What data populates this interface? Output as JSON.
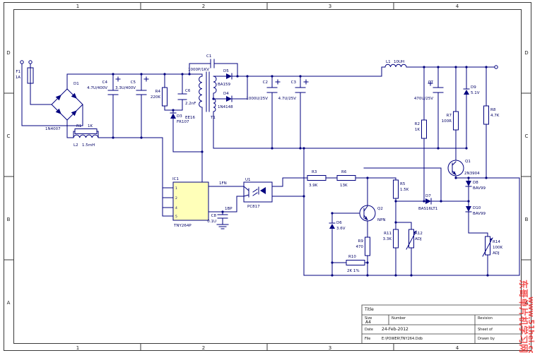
{
  "sheet": {
    "top_numbers": [
      "1",
      "2",
      "3",
      "4"
    ],
    "bottom_numbers": [
      "1",
      "2",
      "3",
      "4"
    ],
    "left_letters": [
      "D",
      "C",
      "B",
      "A"
    ],
    "right_letters": [
      "D",
      "C",
      "B",
      "A"
    ]
  },
  "title_block": {
    "title_label": "Title",
    "size_label": "Size",
    "size_value": "A4",
    "number_label": "Number",
    "revision_label": "Revision",
    "date_label": "Date",
    "date_value": "24-Feb-2012",
    "sheet_label": "Sheet of",
    "file_label": "File",
    "file_value": "E:\\POWER\\TNY264.Ddb",
    "drawn_label": "Drawn by"
  },
  "watermark": {
    "site_name": "东哥单片机学习网",
    "site_url": "www.51hei.com",
    "color": "#f01414"
  },
  "net_labels": {
    "en": "1FN",
    "bp": "1BP"
  },
  "components": {
    "f1": {
      "ref": "F1",
      "value": "1A"
    },
    "d1": {
      "ref": "D1",
      "value": "1N4007"
    },
    "c4": {
      "ref": "C4",
      "value": "4.7U/400V"
    },
    "c5": {
      "ref": "C5",
      "value": "3.3U/400V"
    },
    "r1": {
      "ref": "R1",
      "value": "1K"
    },
    "l2": {
      "ref": "L2",
      "value": "1.5mH"
    },
    "r4": {
      "ref": "R4",
      "value": "220K"
    },
    "c6": {
      "ref": "C6",
      "value": "2.2nF"
    },
    "d3": {
      "ref": "D3",
      "value": "FR107"
    },
    "c1": {
      "ref": "C1",
      "value": "1000P/1KV"
    },
    "t1": {
      "ref": "T1",
      "value": "EE16"
    },
    "d5": {
      "ref": "D5",
      "value": "BA159"
    },
    "d4": {
      "ref": "D4",
      "value": "1N4148"
    },
    "c2": {
      "ref": "C2",
      "value": "1000U/25V"
    },
    "c3": {
      "ref": "C3",
      "value": "4.7U/25V"
    },
    "l1": {
      "ref": "L1",
      "value": "10UH"
    },
    "c7": {
      "ref": "C7",
      "value": "470U/25V"
    },
    "d9": {
      "ref": "D9",
      "value": "5.1V"
    },
    "ic1": {
      "ref": "IC1",
      "value": "TNY264P",
      "pins": [
        "1",
        "2",
        "4",
        "5"
      ]
    },
    "c8": {
      "ref": "C8",
      "value": "0.1U"
    },
    "u1": {
      "ref": "U1",
      "value": "PC817"
    },
    "r3": {
      "ref": "R3",
      "value": "3.9K"
    },
    "r6": {
      "ref": "R6",
      "value": "13K"
    },
    "r5": {
      "ref": "R5",
      "value": "1.5K"
    },
    "q2": {
      "ref": "Q2",
      "value": "NPN"
    },
    "d6": {
      "ref": "D6",
      "value": "3.6V"
    },
    "r9": {
      "ref": "R9",
      "value": "470"
    },
    "r10": {
      "ref": "R10",
      "value": "2K 1%"
    },
    "r11": {
      "ref": "R11",
      "value": "3.3K"
    },
    "r12": {
      "ref": "R12",
      "value": "ADJ"
    },
    "d7": {
      "ref": "D7",
      "value": "BAS16LT1"
    },
    "d8": {
      "ref": "D8",
      "value": "BAV99"
    },
    "d10": {
      "ref": "D10",
      "value": "BAV99"
    },
    "r2": {
      "ref": "R2",
      "value": "1K"
    },
    "r7": {
      "ref": "R7",
      "value": "100R"
    },
    "r8": {
      "ref": "R8",
      "value": "4.7K"
    },
    "q1": {
      "ref": "Q1",
      "value": "2N3904"
    },
    "r14": {
      "ref": "R14",
      "value": "100K",
      "note": "ADJ"
    }
  }
}
